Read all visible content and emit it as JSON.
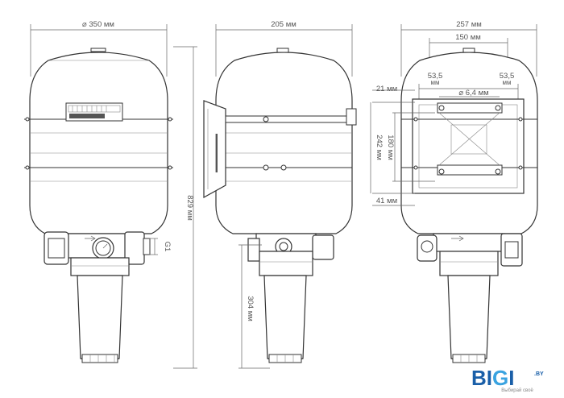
{
  "dimensions": {
    "front_width": "⌀ 350 мм",
    "front_height": "829 мм",
    "thread": "G1",
    "side_depth": "205 мм",
    "side_lower": "304 мм",
    "top_width": "257 мм",
    "top_inner": "150 мм",
    "offset_left_value": "53,5",
    "offset_left_unit": "мм",
    "offset_right_value": "53,5",
    "offset_right_unit": "мм",
    "hole_diameter": "⌀ 6,4 мм",
    "top_offset": "21 мм",
    "bracket_height": "242 мм",
    "bracket_inner": "180 мм",
    "bottom_offset": "41 мм"
  },
  "logo": {
    "part1": "BI",
    "part2": "G",
    "part3": "I",
    "suffix": ".BY",
    "tagline": "Выбирай своё",
    "color_dark": "#1a5fa8",
    "color_light": "#3aa3e0"
  }
}
